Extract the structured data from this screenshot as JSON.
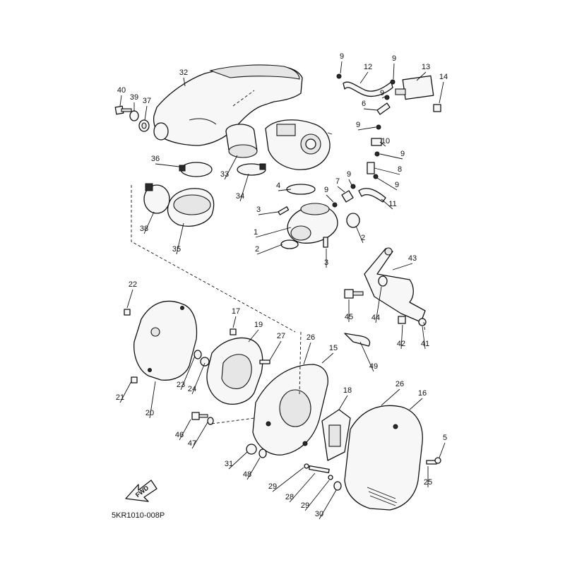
{
  "diagram_code": "5KR1010-008P",
  "fwd_label": "FWD",
  "callouts": [
    {
      "id": "40",
      "label": "40"
    },
    {
      "id": "39",
      "label": "39"
    },
    {
      "id": "37",
      "label": "37"
    },
    {
      "id": "32",
      "label": "32"
    },
    {
      "id": "9a",
      "label": "9"
    },
    {
      "id": "12",
      "label": "12"
    },
    {
      "id": "9b",
      "label": "9"
    },
    {
      "id": "13",
      "label": "13"
    },
    {
      "id": "14",
      "label": "14"
    },
    {
      "id": "9c",
      "label": "9"
    },
    {
      "id": "6",
      "label": "6"
    },
    {
      "id": "9d",
      "label": "9"
    },
    {
      "id": "10",
      "label": "10"
    },
    {
      "id": "9e",
      "label": "9"
    },
    {
      "id": "8",
      "label": "8"
    },
    {
      "id": "9f",
      "label": "9"
    },
    {
      "id": "9g",
      "label": "9"
    },
    {
      "id": "7",
      "label": "7"
    },
    {
      "id": "9h",
      "label": "9"
    },
    {
      "id": "11",
      "label": "11"
    },
    {
      "id": "36",
      "label": "36"
    },
    {
      "id": "33",
      "label": "33"
    },
    {
      "id": "34",
      "label": "34"
    },
    {
      "id": "4",
      "label": "4"
    },
    {
      "id": "3a",
      "label": "3"
    },
    {
      "id": "1",
      "label": "1"
    },
    {
      "id": "2a",
      "label": "2"
    },
    {
      "id": "2b",
      "label": "2"
    },
    {
      "id": "3b",
      "label": "3"
    },
    {
      "id": "38",
      "label": "38"
    },
    {
      "id": "35",
      "label": "35"
    },
    {
      "id": "43",
      "label": "43"
    },
    {
      "id": "45",
      "label": "45"
    },
    {
      "id": "44",
      "label": "44"
    },
    {
      "id": "42",
      "label": "42"
    },
    {
      "id": "41",
      "label": "41"
    },
    {
      "id": "49",
      "label": "49"
    },
    {
      "id": "22",
      "label": "22"
    },
    {
      "id": "17",
      "label": "17"
    },
    {
      "id": "19",
      "label": "19"
    },
    {
      "id": "27",
      "label": "27"
    },
    {
      "id": "26a",
      "label": "26"
    },
    {
      "id": "15",
      "label": "15"
    },
    {
      "id": "23",
      "label": "23"
    },
    {
      "id": "24",
      "label": "24"
    },
    {
      "id": "21",
      "label": "21"
    },
    {
      "id": "20",
      "label": "20"
    },
    {
      "id": "18",
      "label": "18"
    },
    {
      "id": "26b",
      "label": "26"
    },
    {
      "id": "16",
      "label": "16"
    },
    {
      "id": "46",
      "label": "46"
    },
    {
      "id": "47",
      "label": "47"
    },
    {
      "id": "5",
      "label": "5"
    },
    {
      "id": "31",
      "label": "31"
    },
    {
      "id": "48",
      "label": "48"
    },
    {
      "id": "25",
      "label": "25"
    },
    {
      "id": "29a",
      "label": "29"
    },
    {
      "id": "28",
      "label": "28"
    },
    {
      "id": "29b",
      "label": "29"
    },
    {
      "id": "30",
      "label": "30"
    }
  ]
}
